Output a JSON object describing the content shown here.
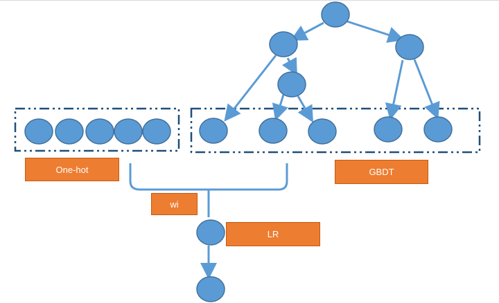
{
  "labels": {
    "onehot": "One-hot",
    "gbdt": "GBDT",
    "wi": "wi",
    "lr": "LR"
  },
  "colors": {
    "node_fill": "#5b9bd5",
    "node_stroke": "#41719c",
    "edge": "#5b9bd5",
    "dashed_box": "#1f4e79",
    "label_fill": "#ed7d31",
    "label_stroke": "#c55a11"
  }
}
